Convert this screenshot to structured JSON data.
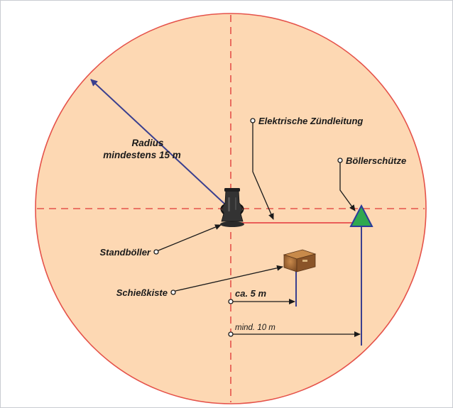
{
  "labels": {
    "radius_line1": "Radius",
    "radius_line2": "mindestens 15 m",
    "zuendleitung": "Elektrische Zündleitung",
    "boellerschuetze": "Böllerschütze",
    "standboeller": "Standböller",
    "schiesskiste": "Schießkiste",
    "distance_5m": "ca. 5 m",
    "distance_10m": "mind. 10 m"
  },
  "colors": {
    "zone_fill": "#fdd8b3",
    "zone_border": "#e5524a",
    "axis_dash": "#e5524a",
    "radius_line": "#3a3f8f",
    "distance_line": "#3a3f8f",
    "ignition_line": "#e3353a",
    "shooter_marker": "#2fa84f",
    "shooter_marker_stroke": "#2b3a9a",
    "label_text": "#1a1a1a"
  },
  "icons": {
    "shooter": "green-triangle-marker",
    "mortar": "standing-mortar-icon",
    "ammo_box": "wooden-box-icon"
  }
}
